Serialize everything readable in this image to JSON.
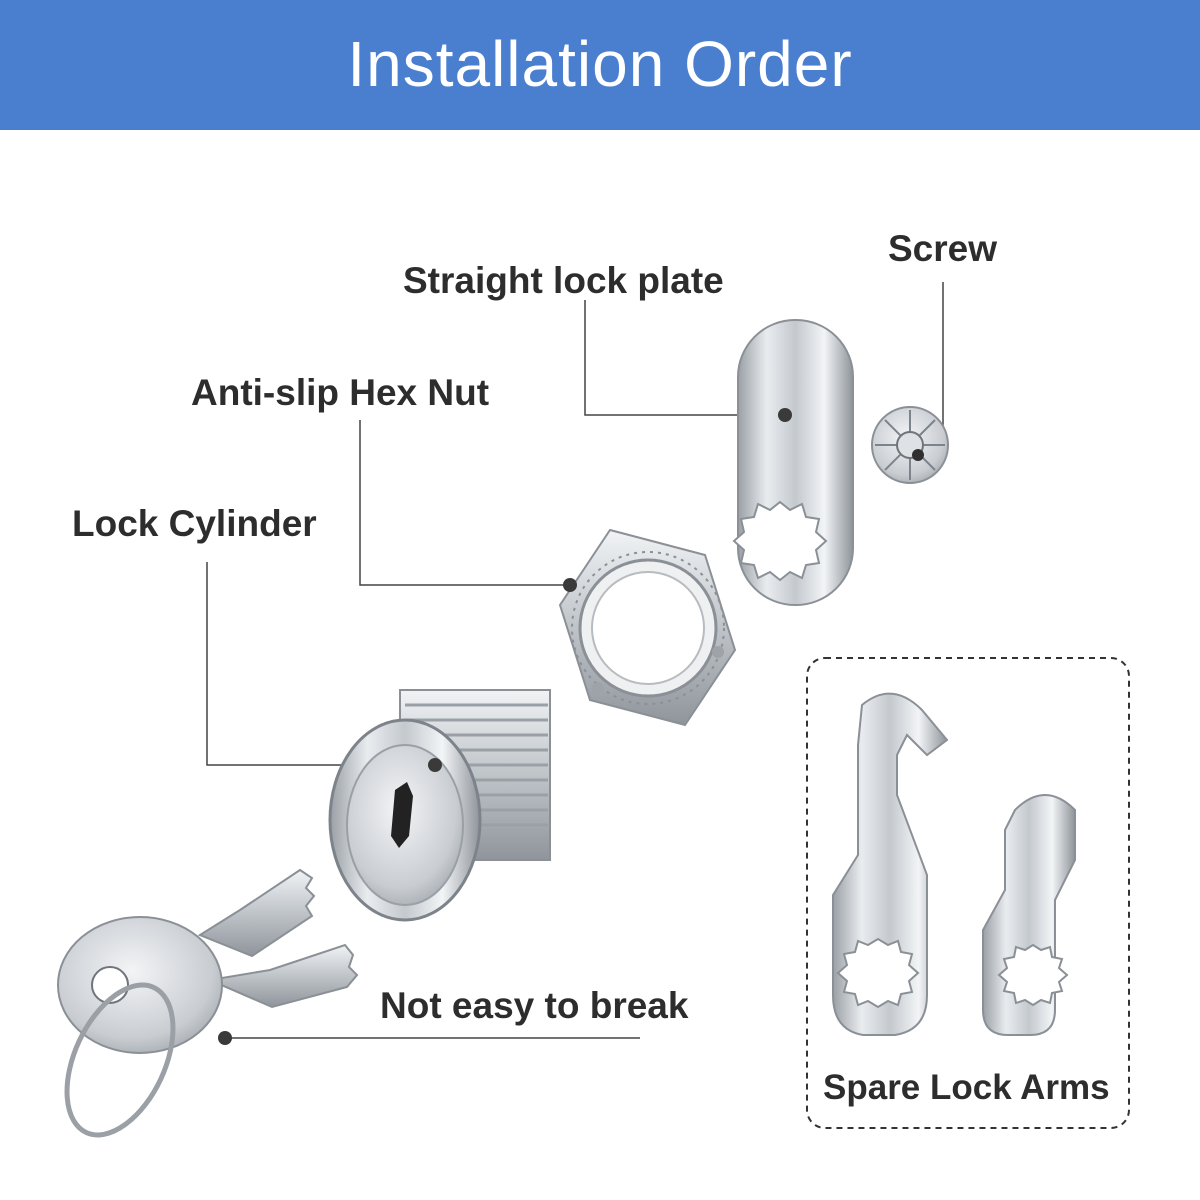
{
  "banner": {
    "title": "Installation Order",
    "color": "#4a7fcf"
  },
  "labels": {
    "screw": "Screw",
    "straight_lock_plate": "Straight lock plate",
    "hex_nut": "Anti-slip Hex Nut",
    "lock_cylinder": "Lock Cylinder",
    "keys": "Not easy to break",
    "spare_arms": "Spare Lock Arms"
  },
  "icons": [
    "lock-plate-icon",
    "screw-icon",
    "hex-nut-icon",
    "lock-cylinder-icon",
    "keys-icon",
    "lock-arm-icon"
  ]
}
